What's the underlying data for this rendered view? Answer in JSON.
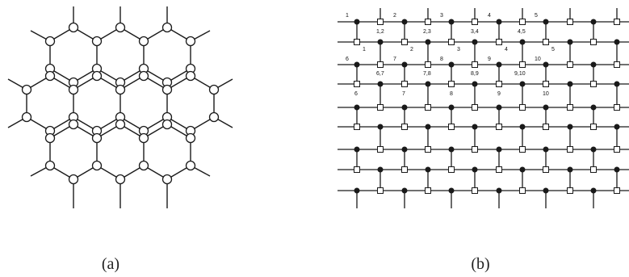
{
  "captions": {
    "a": "(a)",
    "b": "(b)"
  },
  "panel_b": {
    "row1_labels": [
      "1",
      "2",
      "3",
      "4",
      "5"
    ],
    "row1_pair_labels": [
      "1,2",
      "2,3",
      "3,4",
      "4,5"
    ],
    "row2_labels": [
      "1",
      "2",
      "3",
      "4",
      "5"
    ],
    "row3_labels": [
      "6",
      "7",
      "8",
      "9",
      "10"
    ],
    "row3_pair_labels": [
      "6,7",
      "7,8",
      "8,9",
      "9,10"
    ],
    "row4_labels": [
      "6",
      "7",
      "8",
      "9",
      "10"
    ]
  },
  "colors": {
    "line": "#1a1a1a",
    "filled_node": "#1a1a1a",
    "open_node": "#ffffff"
  }
}
